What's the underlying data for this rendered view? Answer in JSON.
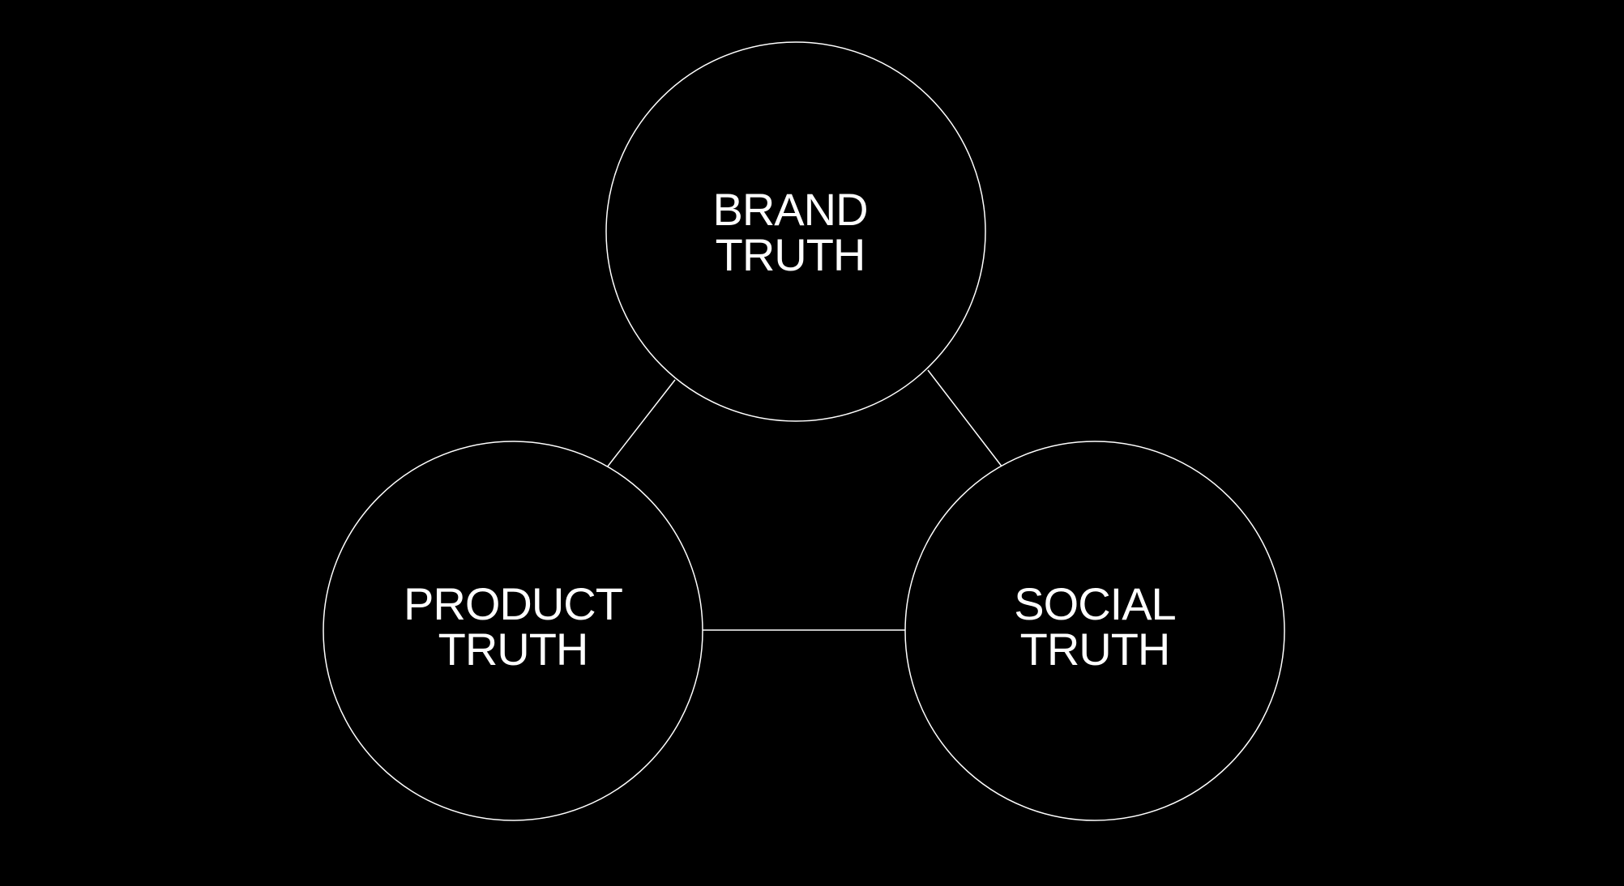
{
  "colors": {
    "background": "#000000",
    "stroke": "#ffffff",
    "text": "#ffffff"
  },
  "nodes": {
    "brand": {
      "line1": "BRAND",
      "line2": "TRUTH"
    },
    "product": {
      "line1": "PRODUCT",
      "line2": "TRUTH"
    },
    "social": {
      "line1": "SOCIAL",
      "line2": "TRUTH"
    }
  },
  "connections": [
    {
      "from": "brand",
      "to": "product"
    },
    {
      "from": "brand",
      "to": "social"
    },
    {
      "from": "product",
      "to": "social"
    }
  ]
}
